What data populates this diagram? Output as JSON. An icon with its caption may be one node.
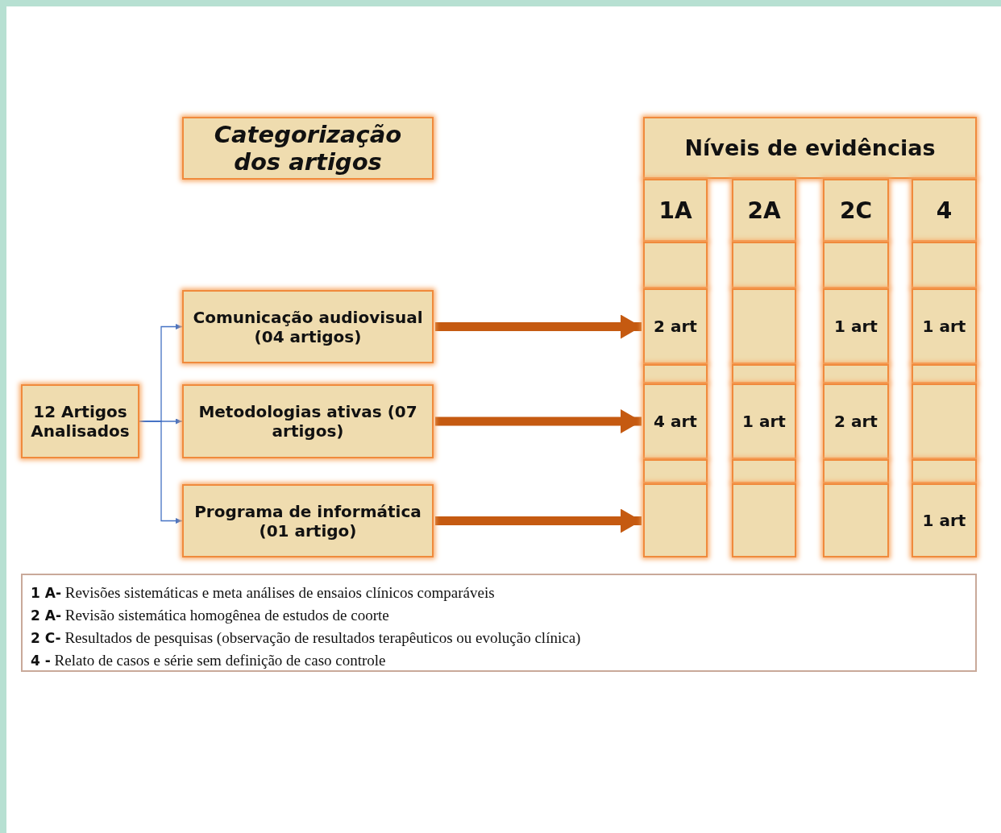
{
  "diagram": {
    "nodes": [
      {
        "text": [
          "Categorização dos artigos"
        ]
      },
      {
        "text": [
          "Níveis de evidências"
        ]
      },
      {
        "text": [
          "1A"
        ]
      },
      {
        "text": [
          "2A"
        ]
      },
      {
        "text": [
          "2C"
        ]
      },
      {
        "text": [
          "4"
        ]
      },
      {
        "text": [
          "12 Artigos Analisados"
        ]
      },
      {
        "text": [
          "Comunicação audiovisual (04 artigos)"
        ]
      },
      {
        "text": [
          "Metodologias ativas (07 artigos)"
        ]
      },
      {
        "text": [
          "Programa de informática (01 artigo)"
        ]
      },
      {
        "text": [],
        "shape": "box"
      },
      {
        "text": [],
        "shape": "box"
      },
      {
        "text": [],
        "shape": "box"
      },
      {
        "text": [],
        "shape": "box"
      },
      {
        "text": [
          "2 art"
        ]
      },
      {
        "text": [],
        "shape": "box"
      },
      {
        "text": [
          "1 art"
        ]
      },
      {
        "text": [
          "1 art"
        ]
      },
      {
        "text": [],
        "shape": "box"
      },
      {
        "text": [],
        "shape": "box"
      },
      {
        "text": [],
        "shape": "box"
      },
      {
        "text": [],
        "shape": "box"
      },
      {
        "text": [
          "4 art"
        ]
      },
      {
        "text": [
          "1 art"
        ]
      },
      {
        "text": [
          "2 art"
        ]
      },
      {
        "text": [],
        "shape": "box"
      },
      {
        "text": [],
        "shape": "box"
      },
      {
        "text": [],
        "shape": "box"
      },
      {
        "text": [],
        "shape": "box"
      },
      {
        "text": [],
        "shape": "box"
      },
      {
        "text": [],
        "shape": "box"
      },
      {
        "text": [],
        "shape": "box"
      },
      {
        "text": [],
        "shape": "box"
      },
      {
        "text": [
          "1 art"
        ]
      },
      {
        "text": [
          "**1 A-** Revisões sistemáticas e meta análises de ensaios clínicos comparáveis",
          "**2 A-** Revisão sistemática homogênea de estudos de coorte",
          "**2 C-** Resultados de pesquisas (observação de resultados terapêuticos ou evolução clínica)",
          "**4 -** Relato de casos e série sem definição de caso controle"
        ]
      }
    ],
    "edges": [
      {
        "from": 6,
        "to": 7,
        "arrow": "to"
      },
      {
        "from": 6,
        "to": 8,
        "arrow": "to"
      },
      {
        "from": 6,
        "to": 9,
        "arrow": "to"
      },
      {
        "from": 7,
        "to": 14,
        "arrow": "to",
        "style": "thick",
        "color": "#c55a11"
      },
      {
        "from": 8,
        "to": 22,
        "arrow": "to",
        "style": "thick",
        "color": "#c55a11"
      },
      {
        "from": 9,
        "to": 30,
        "arrow": "to",
        "style": "thick",
        "color": "#c55a11"
      }
    ]
  }
}
